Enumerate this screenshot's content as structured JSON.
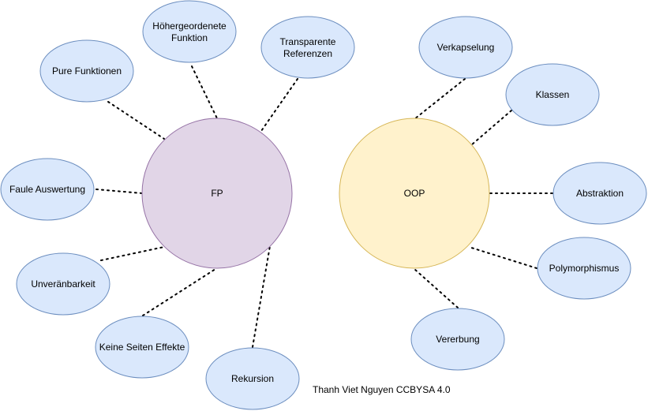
{
  "colors": {
    "fp_fill": "#e1d5e7",
    "fp_stroke": "#9673a6",
    "oop_fill": "#fff2cc",
    "oop_stroke": "#d6b656",
    "leaf_fill": "#dae8fc",
    "leaf_stroke": "#6c8ebf"
  },
  "hubs": {
    "fp": "FP",
    "oop": "OOP"
  },
  "fp_concepts": {
    "pure": "Pure Funktionen",
    "higher_order_line1": "Höhergeordenete",
    "higher_order_line2": "Funktion",
    "transparent_line1": "Transparente",
    "transparent_line2": "Referenzen",
    "lazy": "Faule Auswertung",
    "immutability": "Unveränbarkeit",
    "no_side_effects": "Keine Seiten Effekte",
    "recursion": "Rekursion"
  },
  "oop_concepts": {
    "encapsulation": "Verkapselung",
    "classes": "Klassen",
    "abstraction": "Abstraktion",
    "polymorphism": "Polymorphismus",
    "inheritance": "Vererbung"
  },
  "credit": "Thanh Viet Nguyen CCBYSA 4.0"
}
